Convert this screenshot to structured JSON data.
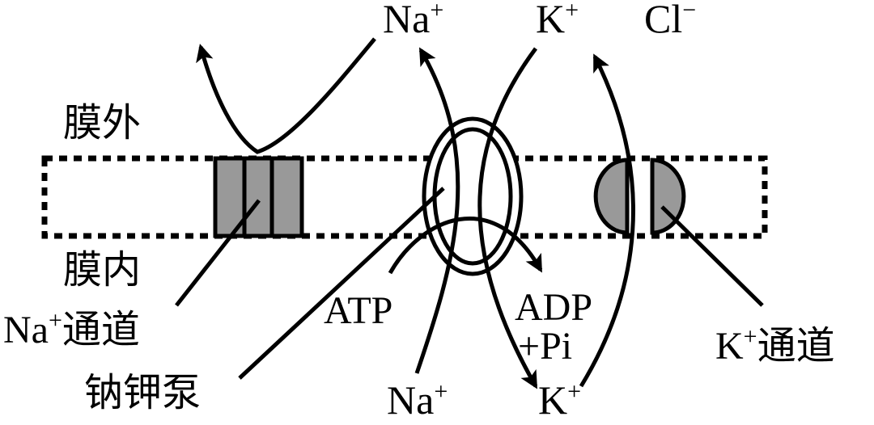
{
  "labels": {
    "outside": "膜外",
    "inside": "膜内",
    "na_top": "Na",
    "na_top_sup": "+",
    "k_top": "K",
    "k_top_sup": "+",
    "cl_top": "Cl",
    "cl_top_sup": "−",
    "na_bottom": "Na",
    "na_bottom_sup": "+",
    "k_bottom": "K",
    "k_bottom_sup": "+",
    "atp": "ATP",
    "adp": "ADP",
    "pi": "+Pi",
    "na_channel_prefix": "Na",
    "na_channel_sup": "+",
    "na_channel_suffix": "通道",
    "pump": "钠钾泵",
    "k_channel_prefix": "K",
    "k_channel_sup": "+",
    "k_channel_suffix": "通道"
  },
  "colors": {
    "line": "#000000",
    "channel_fill": "#999999",
    "background": "#ffffff"
  }
}
